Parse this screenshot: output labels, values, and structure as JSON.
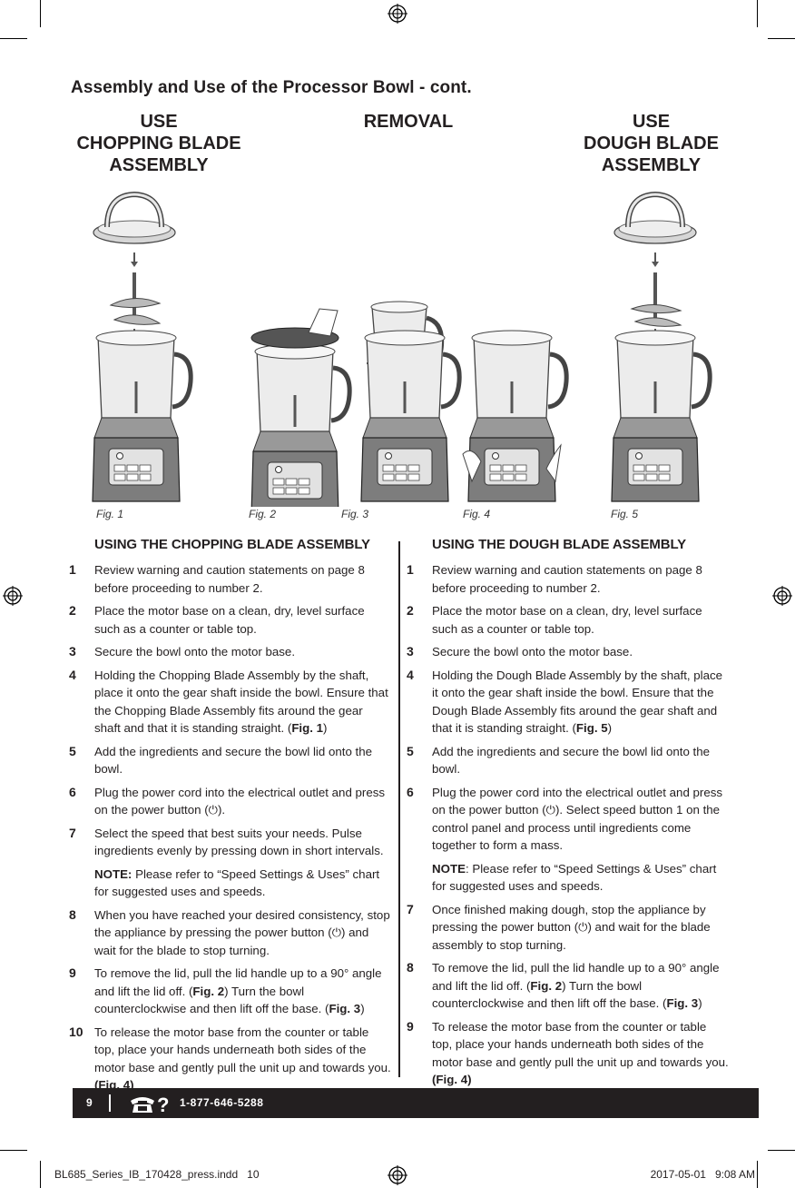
{
  "title": "Assembly and Use of the Processor Bowl - cont.",
  "headers": {
    "use_chop": "USE\nCHOPPING BLADE\nASSEMBLY",
    "removal": "REMOVAL",
    "use_dough": "USE\nDOUGH BLADE\nASSEMBLY"
  },
  "figures": [
    "Fig. 1",
    "Fig. 2",
    "Fig. 3",
    "Fig. 4",
    "Fig. 5"
  ],
  "left": {
    "heading": "USING THE CHOPPING BLADE ASSEMBLY",
    "steps": [
      {
        "n": "1",
        "text": "Review warning and caution statements on page 8 before proceeding to number 2."
      },
      {
        "n": "2",
        "text": "Place the motor base on a clean, dry, level surface such as a counter or table top."
      },
      {
        "n": "3",
        "text": "Secure the bowl onto the motor base."
      },
      {
        "n": "4",
        "pre": "Holding the Chopping Blade Assembly by the shaft, place it onto the gear shaft inside the bowl. Ensure that the Chopping Blade Assembly fits around the gear shaft and that it is standing straight. (",
        "b1": "Fig. 1",
        "post": ")"
      },
      {
        "n": "5",
        "text": "Add the ingredients and secure the bowl lid onto the bowl."
      },
      {
        "n": "6",
        "pre": "Plug the power cord into the electrical outlet and press on the power button (",
        "sym": "⏻",
        "post": ")."
      },
      {
        "n": "7",
        "text": "Select the speed that best suits your needs. Pulse ingredients evenly by pressing down in short intervals."
      }
    ],
    "note_label": "NOTE:",
    "note_text": " Please refer to “Speed Settings & Uses” chart for suggested uses and speeds.",
    "steps2": [
      {
        "n": "8",
        "pre": "When you have reached your desired consistency, stop the appliance by pressing the power button (",
        "sym": "⏻",
        "post": ") and wait for the blade to stop turning."
      },
      {
        "n": "9",
        "pre": "To remove the lid, pull the lid handle up to a 90° angle and lift the lid off. (",
        "b1": "Fig. 2",
        "mid": ") Turn the bowl counterclockwise and then lift off the base. (",
        "b2": "Fig. 3",
        "post": ")"
      },
      {
        "n": "10",
        "pre": "To release the motor base from the counter or table top, place your hands underneath both sides of the motor base and gently pull the unit up and towards you. ",
        "b1": "(Fig. 4)",
        "post": ""
      }
    ]
  },
  "right": {
    "heading": "USING THE DOUGH BLADE ASSEMBLY",
    "steps": [
      {
        "n": "1",
        "text": "Review warning and caution statements on page 8 before proceeding to number 2."
      },
      {
        "n": "2",
        "text": "Place the motor base on a clean, dry, level surface such as a counter or table top."
      },
      {
        "n": "3",
        "text": "Secure the bowl onto the motor base."
      },
      {
        "n": "4",
        "pre": "Holding the Dough Blade Assembly by the shaft, place it onto the gear shaft inside the bowl. Ensure that the Dough Blade Assembly fits around the gear shaft and that it is standing straight. (",
        "b1": "Fig. 5",
        "post": ")"
      },
      {
        "n": "5",
        "text": "Add the ingredients and secure the bowl lid onto the bowl."
      },
      {
        "n": "6",
        "pre": "Plug the power cord into the electrical outlet and press on the power button (",
        "sym": "⏻",
        "post": "). Select speed button 1 on the control panel and process until ingredients come together to form a mass."
      }
    ],
    "note_label": "NOTE",
    "note_text": ": Please refer to “Speed Settings & Uses” chart for suggested uses and speeds.",
    "steps2": [
      {
        "n": "7",
        "pre": "Once finished making dough, stop the appliance by pressing the power button (",
        "sym": "⏻",
        "post": ") and wait for the blade assembly to stop turning."
      },
      {
        "n": "8",
        "pre": "To remove the lid, pull the lid handle up to a 90° angle and lift the lid off. (",
        "b1": "Fig. 2",
        "mid": ") Turn the bowl counterclockwise and then lift off the base. (",
        "b2": "Fig. 3",
        "post": ")"
      },
      {
        "n": "9",
        "pre": "To release the motor base from the counter or table top, place your hands underneath both sides of the motor base and gently pull the unit up and towards you. ",
        "b1": "(Fig. 4)",
        "post": ""
      }
    ]
  },
  "footer": {
    "page": "9",
    "phone_icon": "phone-question-icon",
    "phone": "1-877-646-5288"
  },
  "slug": {
    "file": "BL685_Series_IB_170428_press.indd   10",
    "date": "2017-05-01   9:08 AM"
  },
  "colors": {
    "ink": "#231f20",
    "footer_bg": "#231f20"
  }
}
